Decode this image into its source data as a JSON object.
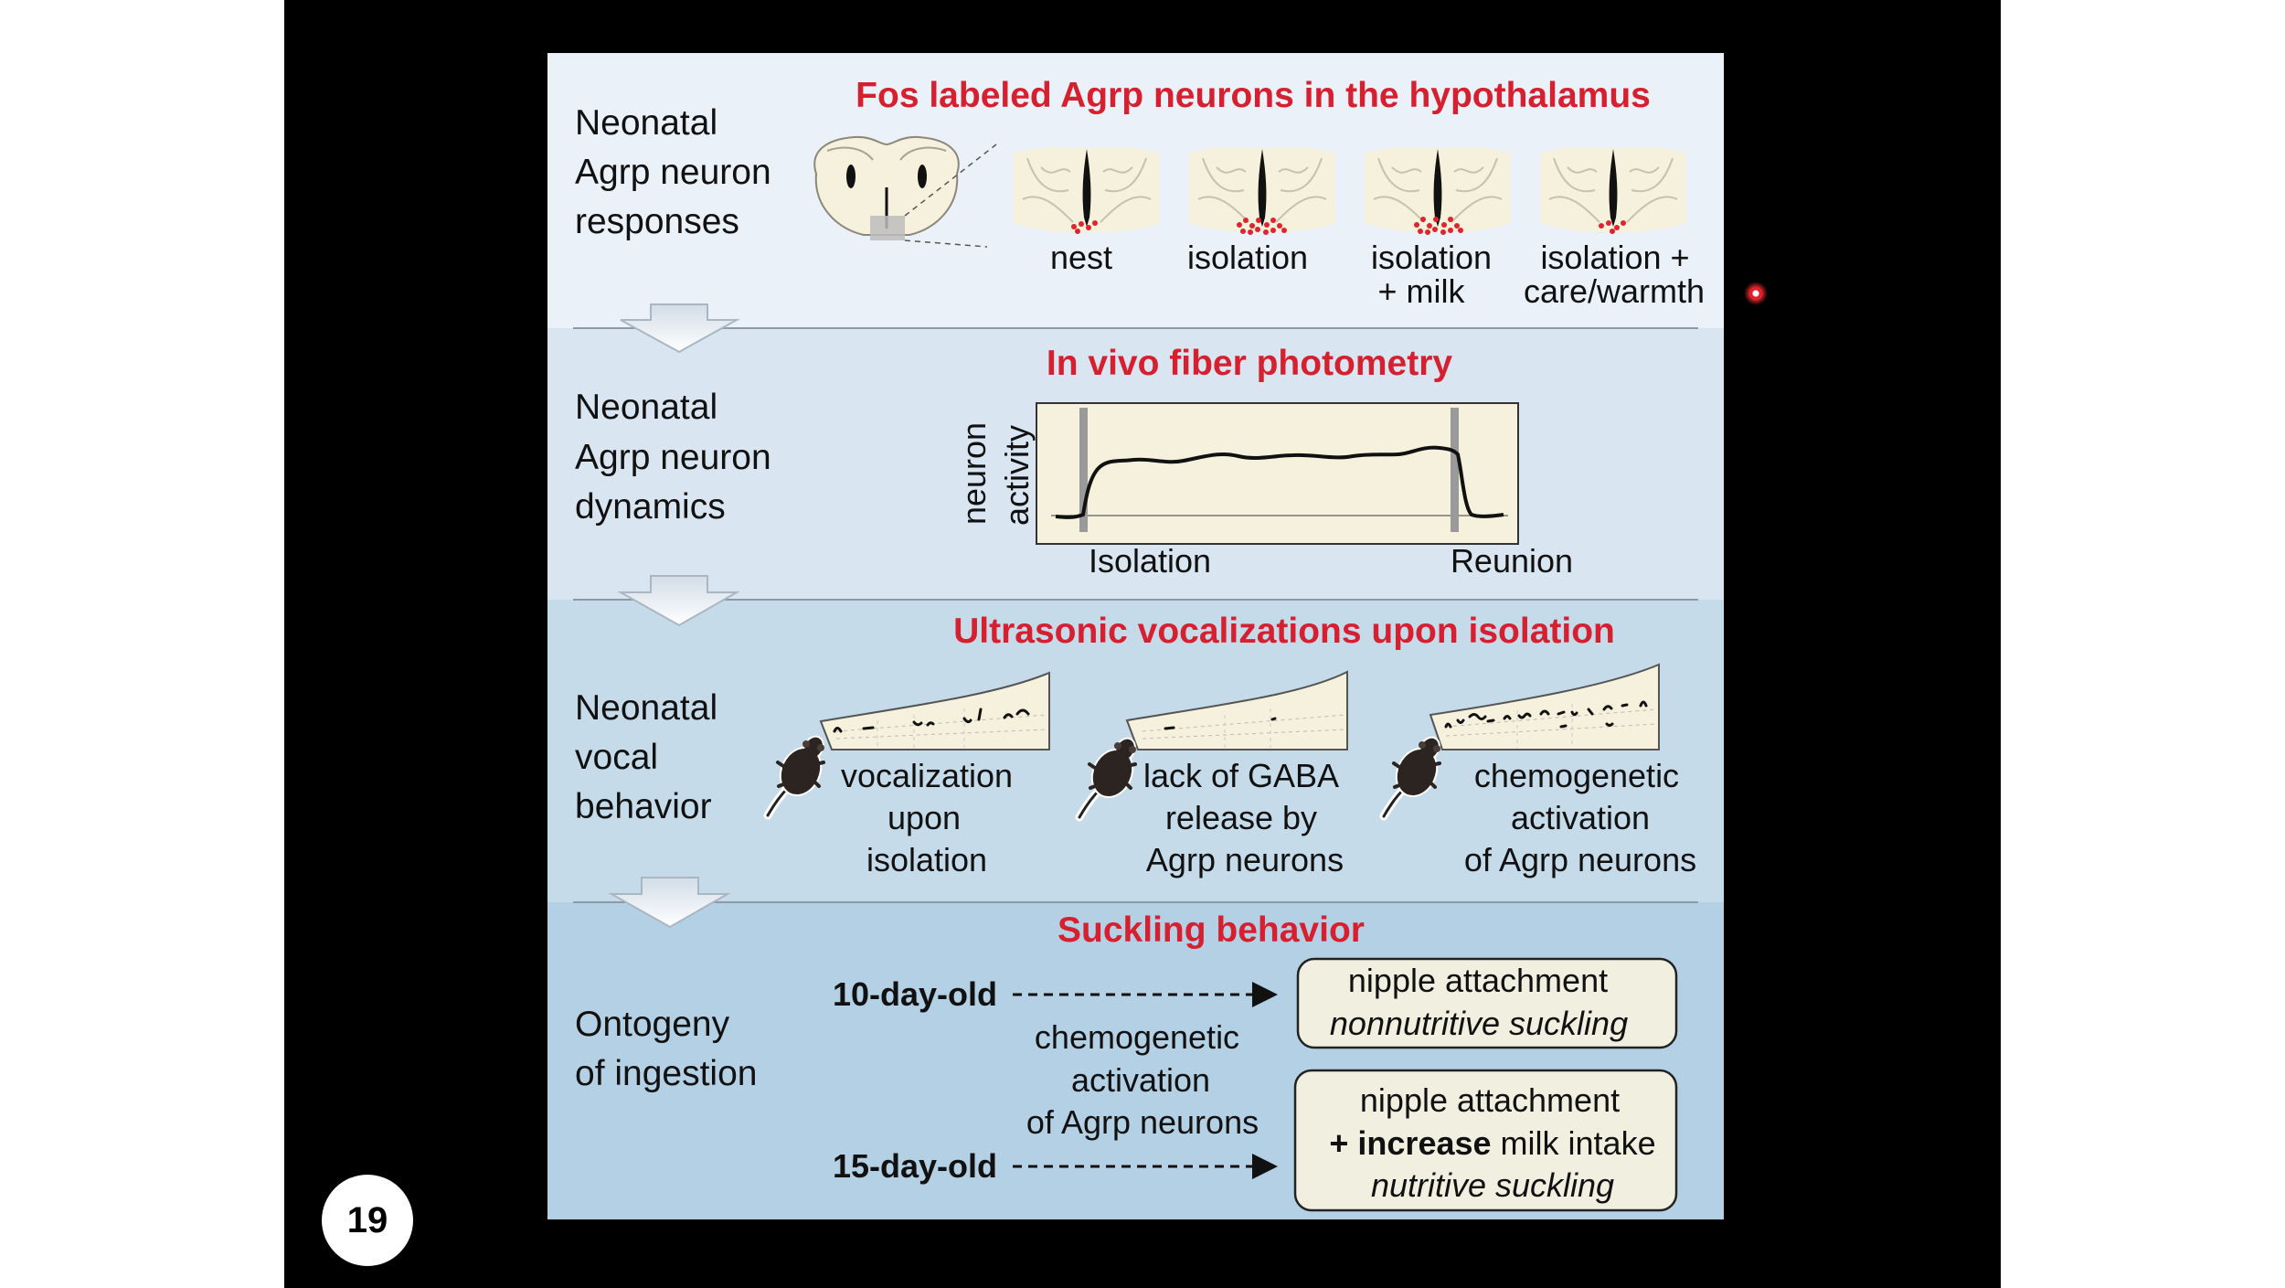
{
  "slide_number": "19",
  "colors": {
    "heading_red": "#d7202f",
    "panel1": "#eaf1f8",
    "panel2": "#d9e6f1",
    "panel3": "#c5dbea",
    "panel4": "#b4d0e4",
    "tissue": "#f5f1dc"
  },
  "panels": [
    {
      "label": [
        "Neonatal",
        "Agrp neuron",
        "responses"
      ],
      "heading": "Fos labeled Agrp neurons in the hypothalamus",
      "conditions": [
        {
          "lines": [
            "nest"
          ],
          "fos_level": "low"
        },
        {
          "lines": [
            "isolation"
          ],
          "fos_level": "high"
        },
        {
          "lines": [
            "isolation",
            "+ milk"
          ],
          "fos_level": "high"
        },
        {
          "lines": [
            "isolation +",
            "care/warmth"
          ],
          "fos_level": "low"
        }
      ]
    },
    {
      "label": [
        "Neonatal",
        "Agrp neuron",
        "dynamics"
      ],
      "heading": "In vivo fiber photometry",
      "ylabel": [
        "neuron",
        "activity"
      ],
      "event_labels": [
        "Isolation",
        "Reunion"
      ]
    },
    {
      "label": [
        "Neonatal",
        "vocal",
        "behavior"
      ],
      "heading": "Ultrasonic vocalizations upon isolation",
      "conditions": [
        {
          "lines": [
            "vocalization",
            "upon",
            "isolation"
          ]
        },
        {
          "lines": [
            "lack of GABA",
            "release by",
            "Agrp neurons"
          ]
        },
        {
          "lines": [
            "chemogenetic",
            "activation",
            "of Agrp neurons"
          ]
        }
      ]
    },
    {
      "label": [
        "Ontogeny",
        "of ingestion"
      ],
      "heading": "Suckling behavior",
      "age_10": "10-day-old",
      "age_15": "15-day-old",
      "middle_lines": [
        "chemogenetic",
        "activation",
        "of Agrp neurons"
      ],
      "box_10": {
        "line1": "nipple attachment",
        "line2": "nonnutritive suckling"
      },
      "box_15": {
        "line1": "nipple attachment",
        "line2_bold": "+ increase",
        "line2_rest": " milk intake",
        "line3": "nutritive suckling"
      }
    }
  ]
}
